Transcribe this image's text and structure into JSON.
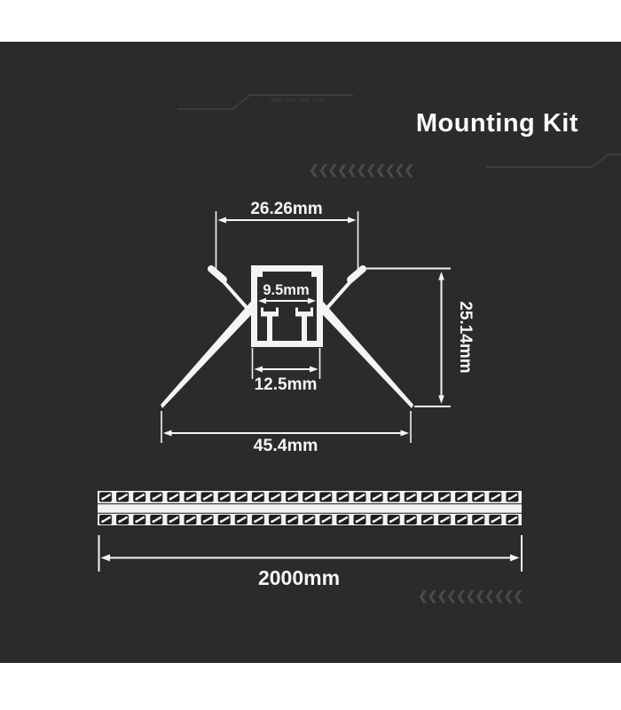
{
  "title": "Mounting Kit",
  "diagram": {
    "dims": {
      "top_width": "26.26mm",
      "inner_width": "9.5mm",
      "base_width": "12.5mm",
      "height": "25.14mm",
      "flange_width": "45.4mm",
      "length": "2000mm"
    }
  },
  "decor": {
    "chevrons": "❮❮❮❮❮❮❮❮❮❮❮"
  },
  "colors": {
    "page_bg": "#ffffff",
    "panel_bg": "#2b2b2b",
    "drawing_line": "#f4f4f4",
    "decor_line": "#3c3c3c",
    "chevron": "#4a4a4a"
  }
}
